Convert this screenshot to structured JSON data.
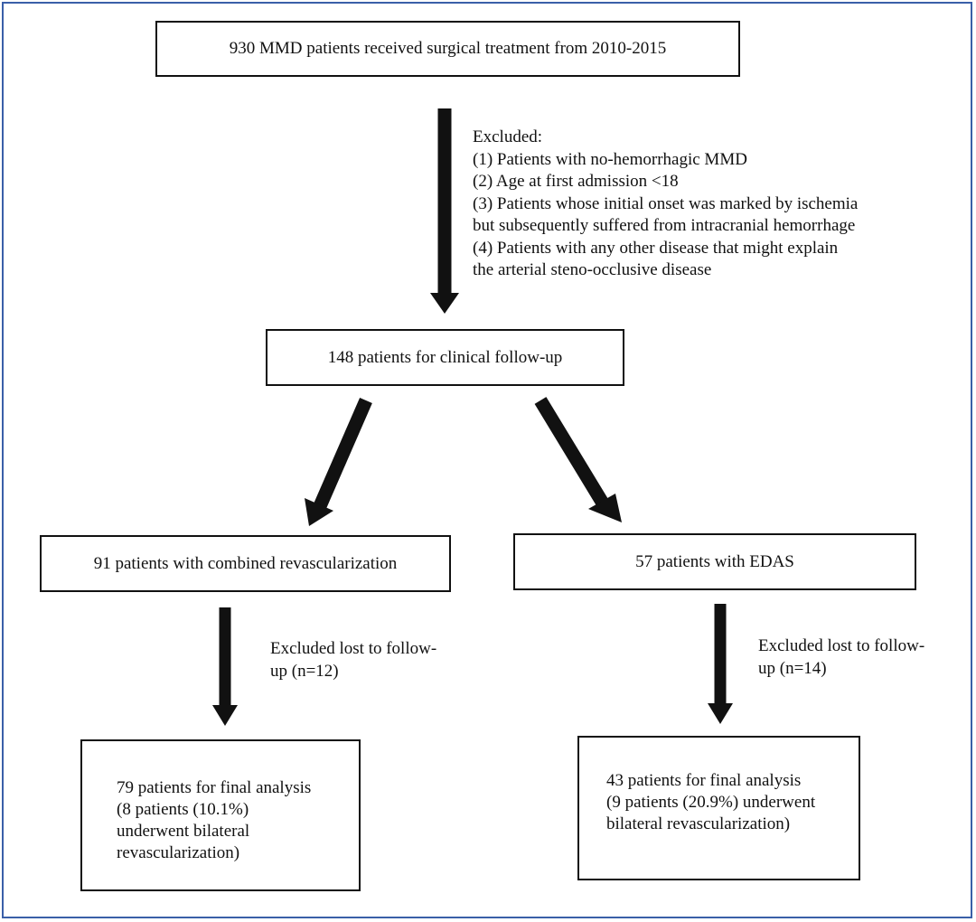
{
  "diagram": {
    "top_box": "930 MMD patients received surgical treatment from 2010-2015",
    "exclusion_note": {
      "heading": "Excluded:",
      "lines": [
        "(1) Patients with no-hemorrhagic MMD",
        "(2) Age at first admission <18",
        "(3) Patients whose initial onset was marked by ischemia",
        "but subsequently suffered from intracranial hemorrhage",
        "(4) Patients with any other disease that might explain",
        "the arterial steno-occlusive disease"
      ]
    },
    "followup_box": "148 patients for clinical follow-up",
    "left_branch": {
      "box": "91 patients with combined revascularization",
      "excluded_lines": [
        "Excluded lost to follow-",
        "up (n=12)"
      ],
      "final_lines": [
        "79 patients for final analysis",
        "(8 patients (10.1%)",
        "underwent bilateral",
        "revascularization)"
      ]
    },
    "right_branch": {
      "box": "57 patients with EDAS",
      "excluded_lines": [
        "Excluded lost to follow-",
        "up (n=14)"
      ],
      "final_lines": [
        "43 patients for final analysis",
        "(9 patients (20.9%) underwent",
        "bilateral revascularization)"
      ]
    }
  },
  "colors": {
    "frame": "#3a5fa8",
    "ink": "#111111"
  }
}
